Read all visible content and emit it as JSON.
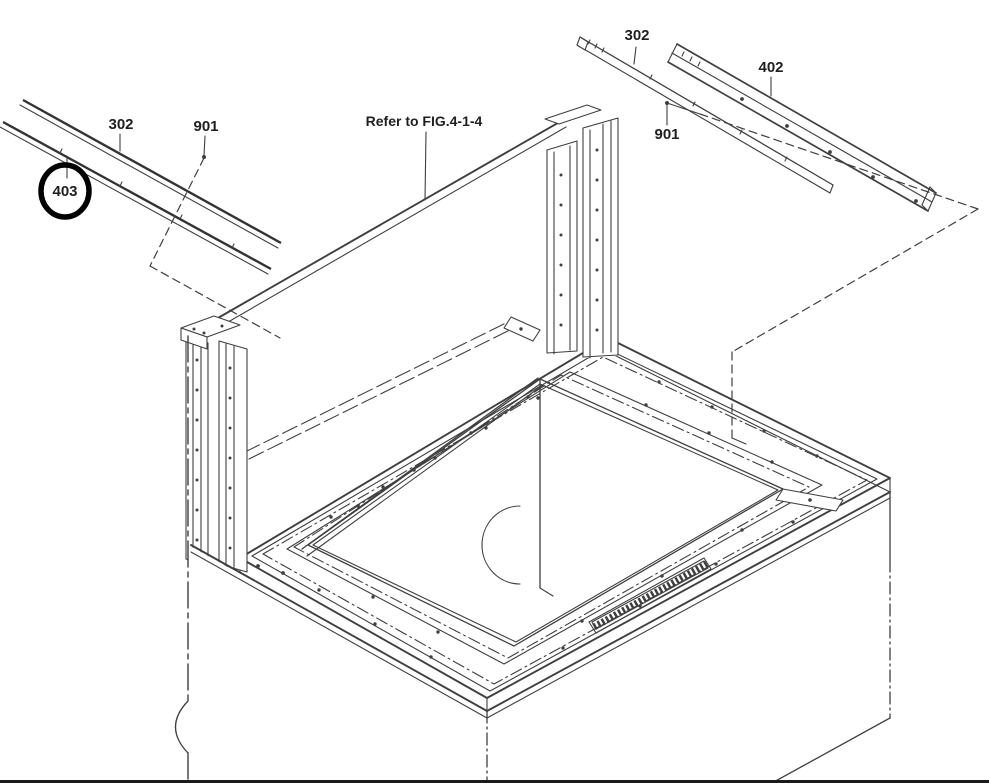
{
  "diagram": {
    "note": "Refer to FIG.4-1-4",
    "callouts": {
      "left_302": "302",
      "left_901": "901",
      "left_403": "403",
      "right_302": "302",
      "right_402": "402",
      "right_901": "901"
    },
    "colors": {
      "background": "#ffffff",
      "line": "#3f3f3f",
      "label": "#1f1f1f",
      "highlight_circle": "#000000"
    }
  }
}
